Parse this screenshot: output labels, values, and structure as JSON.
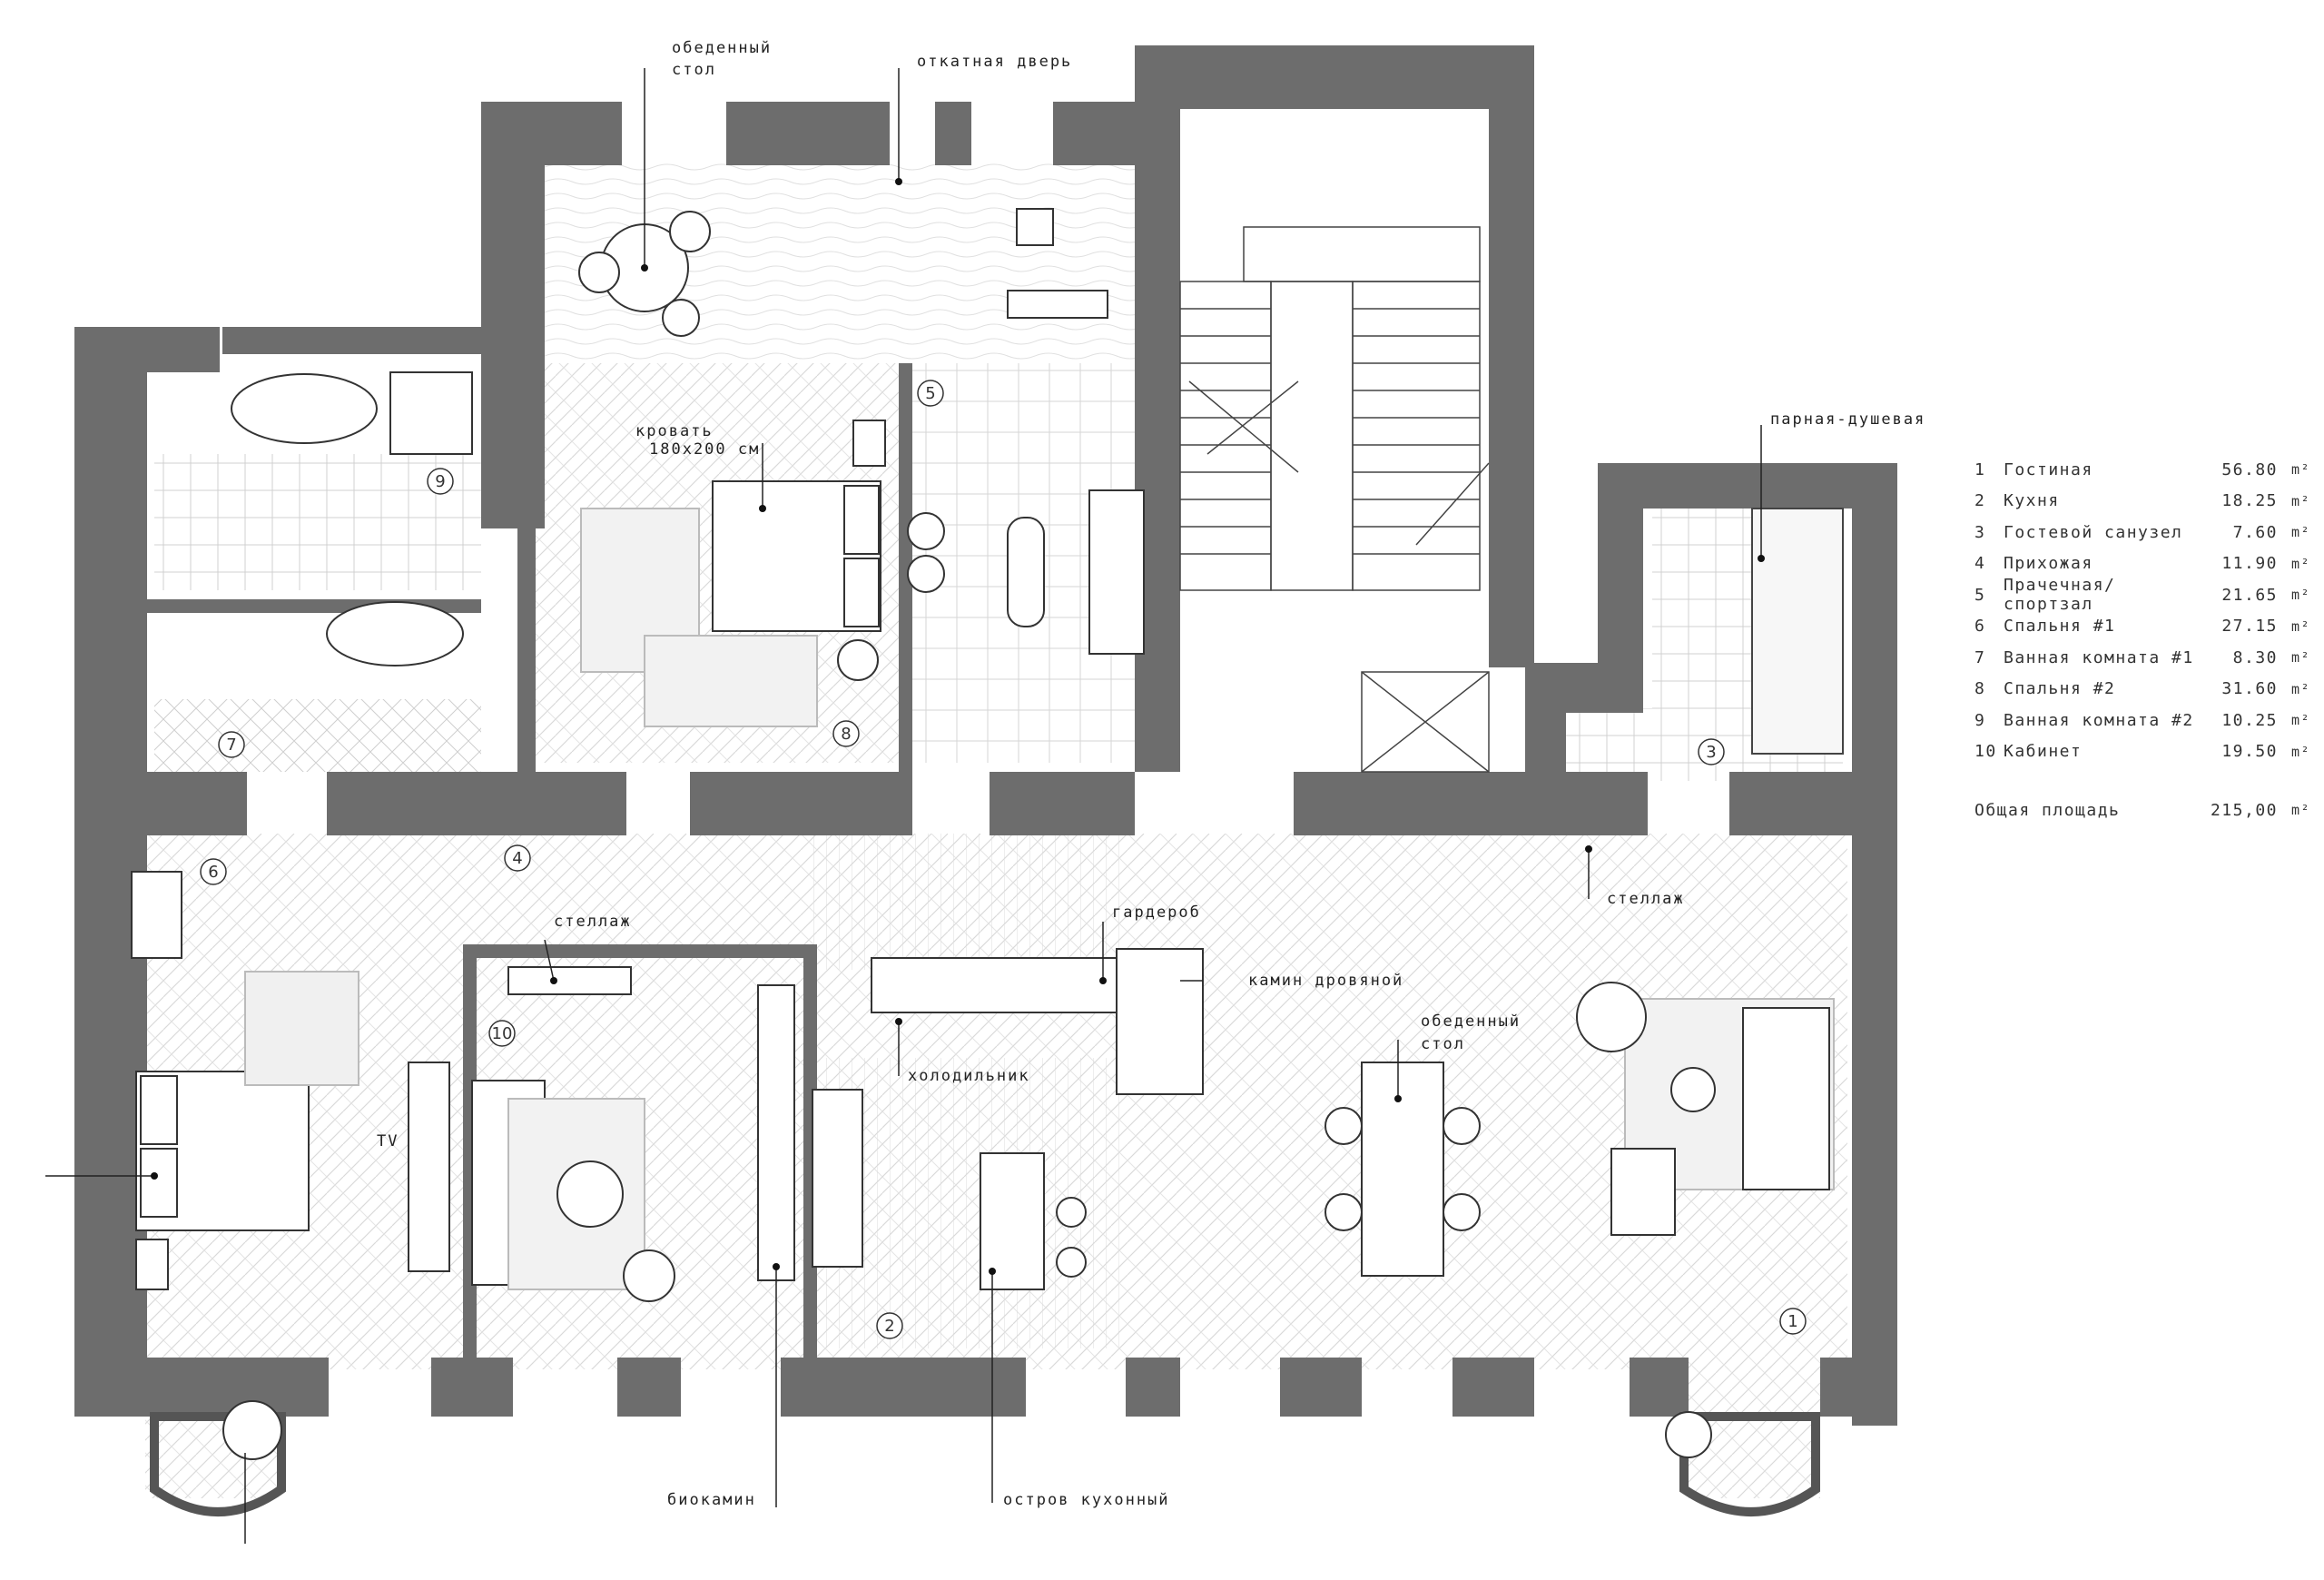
{
  "rooms": [
    {
      "n": "1",
      "name": "Гостиная",
      "area": "56.80",
      "unit": "m²"
    },
    {
      "n": "2",
      "name": "Кухня",
      "area": "18.25",
      "unit": "m²"
    },
    {
      "n": "3",
      "name": "Гостевой санузел",
      "area": "7.60",
      "unit": "m²"
    },
    {
      "n": "4",
      "name": "Прихожая",
      "area": "11.90",
      "unit": "m²"
    },
    {
      "n": "5",
      "name": "Прачечная/спортзал",
      "area": "21.65",
      "unit": "m²"
    },
    {
      "n": "6",
      "name": "Спальня #1",
      "area": "27.15",
      "unit": "m²"
    },
    {
      "n": "7",
      "name": "Ванная комната #1",
      "area": "8.30",
      "unit": "m²"
    },
    {
      "n": "8",
      "name": "Спальня #2",
      "area": "31.60",
      "unit": "m²"
    },
    {
      "n": "9",
      "name": "Ванная комната #2",
      "area": "10.25",
      "unit": "m²"
    },
    {
      "n": "10",
      "name": "Кабинет",
      "area": "19.50",
      "unit": "m²"
    }
  ],
  "total": {
    "label": "Общая площадь",
    "area": "215,00",
    "unit": "m²"
  },
  "annotations": {
    "dining_table_top_1": "обеденный",
    "dining_table_top_2": "стол",
    "sliding_door": "откатная дверь",
    "bed_1": "кровать",
    "bed_2": "180х200 см",
    "steam_shower": "парная-душевая",
    "shelving_1": "стеллаж",
    "shelving_2": "стеллаж",
    "wardrobe": "гардероб",
    "fireplace": "камин дровяной",
    "fridge": "холодильник",
    "dining_table_1": "обеденный",
    "dining_table_2": "стол",
    "tv": "TV",
    "biofireplace": "биокамин",
    "kitchen_island": "остров кухонный"
  },
  "room_markers": [
    "1",
    "2",
    "3",
    "4",
    "5",
    "6",
    "7",
    "8",
    "9",
    "10"
  ],
  "colors": {
    "wall": "#6d6d6d",
    "line": "#333333",
    "floor_light": "#f3f3f3"
  }
}
